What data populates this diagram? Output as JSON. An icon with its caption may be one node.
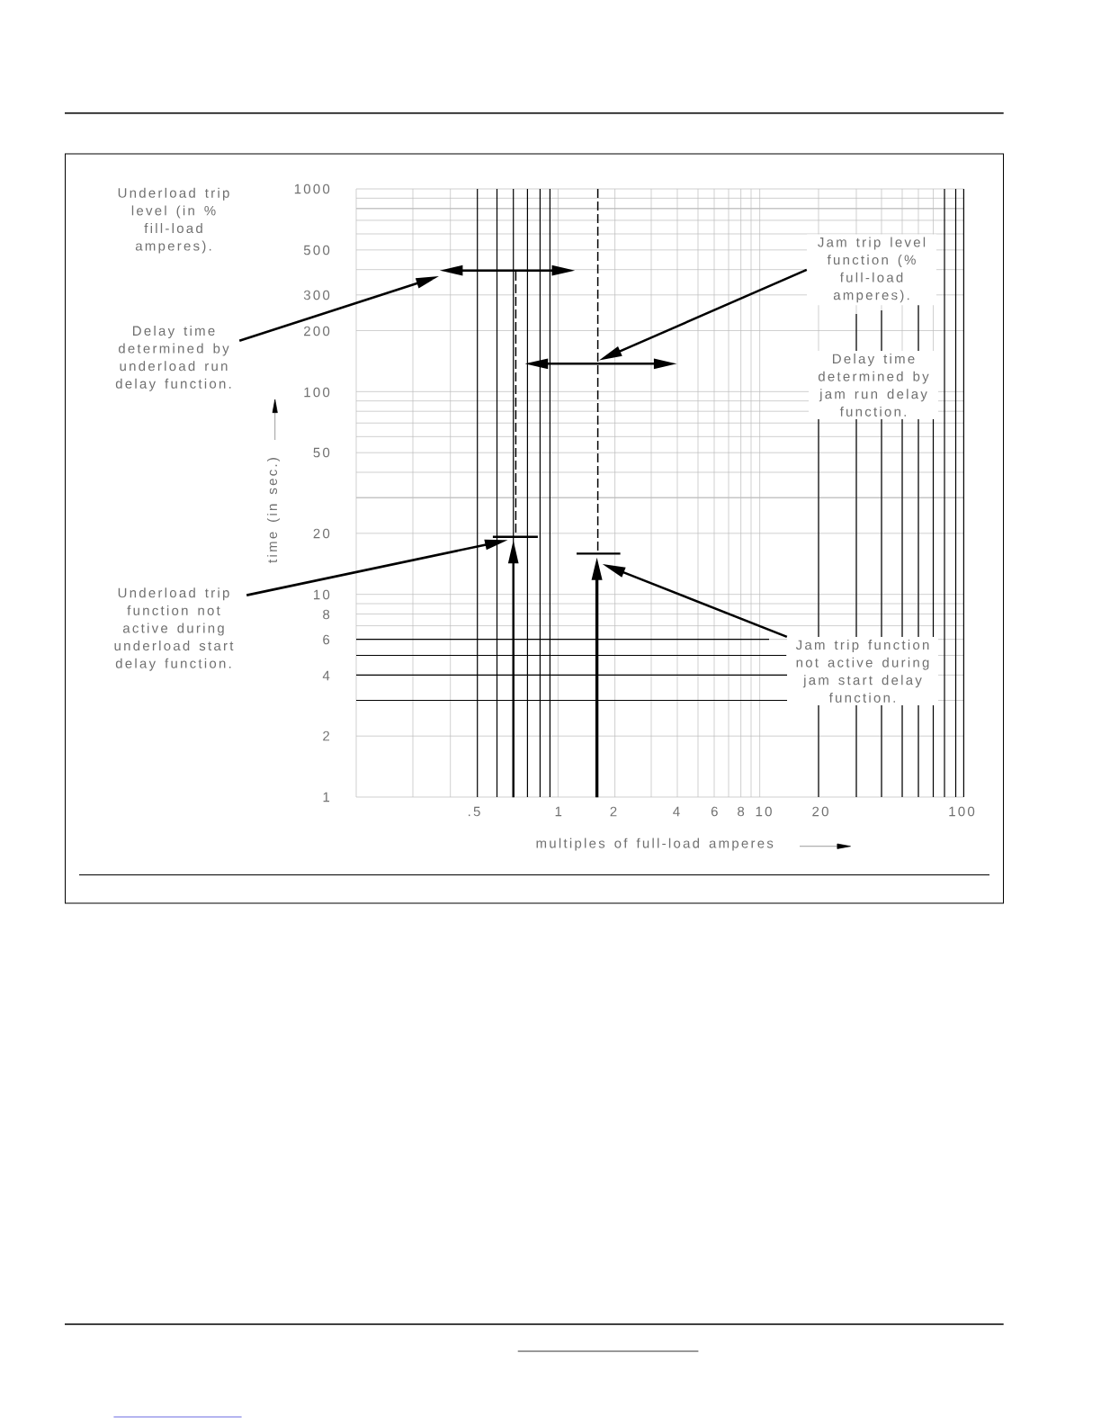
{
  "diagram": {
    "nodes": [
      {
        "text": [
          "Underload trip level (in % fill-load amperes)."
        ]
      },
      {
        "text": [
          "Jam trip level function (% full-load amperes)."
        ]
      },
      {
        "text": [
          "Delay time determined by underload run delay function."
        ]
      },
      {
        "text": [],
        "shape": "arrow"
      },
      {
        "text": [],
        "shape": "line"
      },
      {
        "text": [
          "Delay time determined by jam run delay function."
        ]
      },
      {
        "text": [
          "Underload trip function not active during underload start delay function."
        ]
      },
      {
        "text": [],
        "shape": "arrow"
      },
      {
        "text": [
          "Jam trip function not active during jam start delay function."
        ]
      },
      {
        "text": [],
        "shape": "arrow"
      }
    ],
    "edges": [
      {
        "from": 2,
        "to": 3,
        "arrow": "to"
      },
      {
        "from": 1,
        "to": 4,
        "arrow": "to"
      },
      {
        "from": 6,
        "to": 7,
        "arrow": "to"
      },
      {
        "from": 8,
        "to": 9,
        "arrow": "to"
      }
    ],
    "labels": [
      "1000",
      "500",
      "300",
      "200",
      "100",
      "50",
      "20",
      "10",
      "8",
      "6",
      "4",
      "2",
      "1",
      "time (in sec.)",
      ".5",
      "1",
      "2",
      "4",
      "6",
      "8",
      "10",
      "20",
      "100",
      "multiples of full-load amperes"
    ]
  }
}
